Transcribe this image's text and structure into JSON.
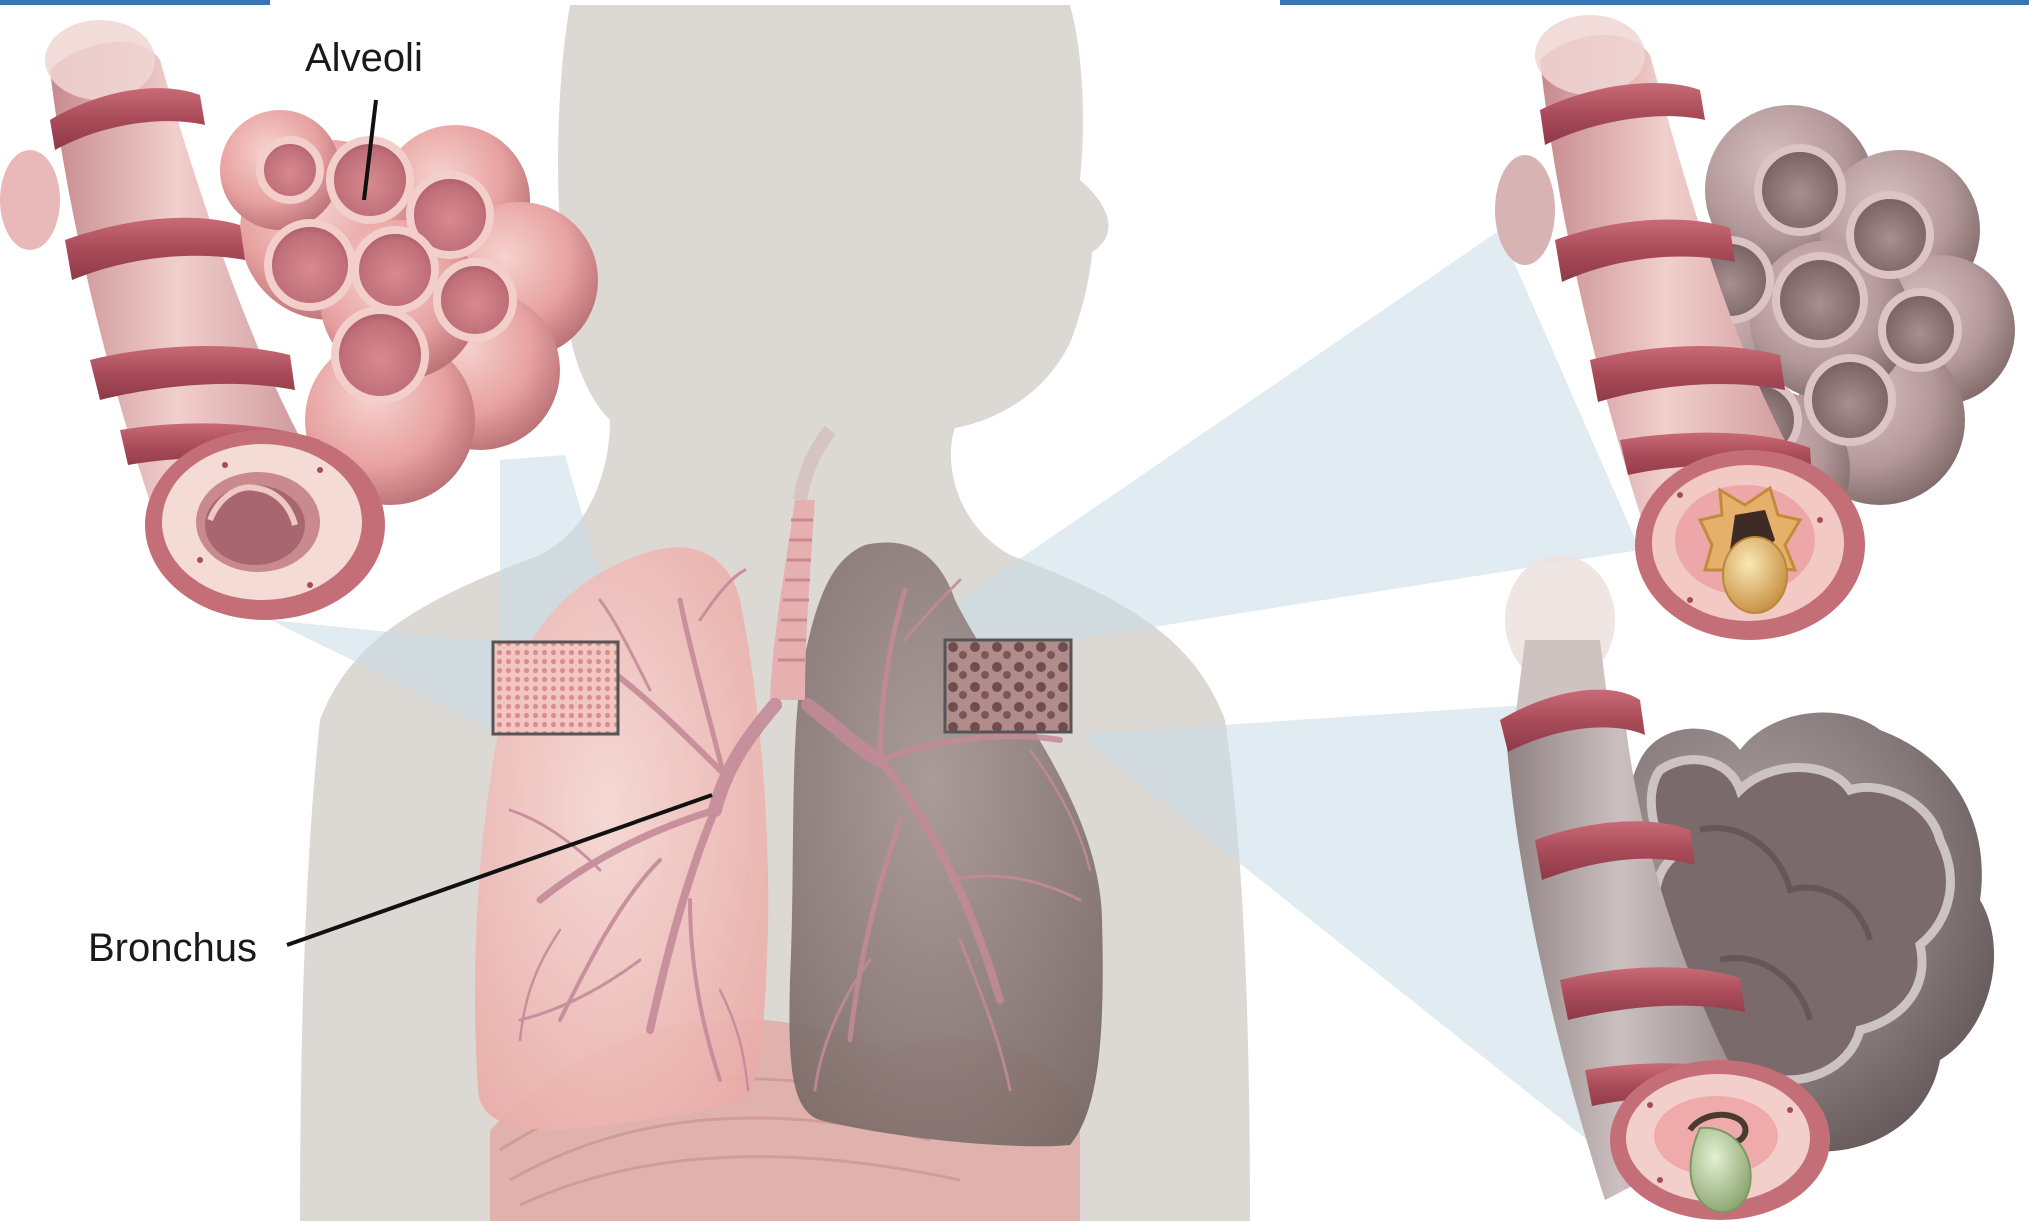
{
  "labels": {
    "alveoli": "Alveoli",
    "bronchus": "Bronchus"
  },
  "colors": {
    "silhouette": "#dcd9d5",
    "healthy_lung": "#f0c0bb",
    "diseased_lung": "#8f7f7c",
    "tissue_pink": "#e9a7a5",
    "muscle_band": "#b85a66",
    "grey_alveoli": "#8a7e7e",
    "callout_beam": "#c9dbe8",
    "accent_bar": "#3b73b9",
    "mucus_yellow": "#d9b468",
    "mucus_green": "#9fb887"
  },
  "icons": [
    "body-silhouette",
    "healthy-lung",
    "diseased-lung",
    "healthy-alveoli-callout",
    "inflamed-airway-callout",
    "enlarged-alveoli-callout"
  ]
}
